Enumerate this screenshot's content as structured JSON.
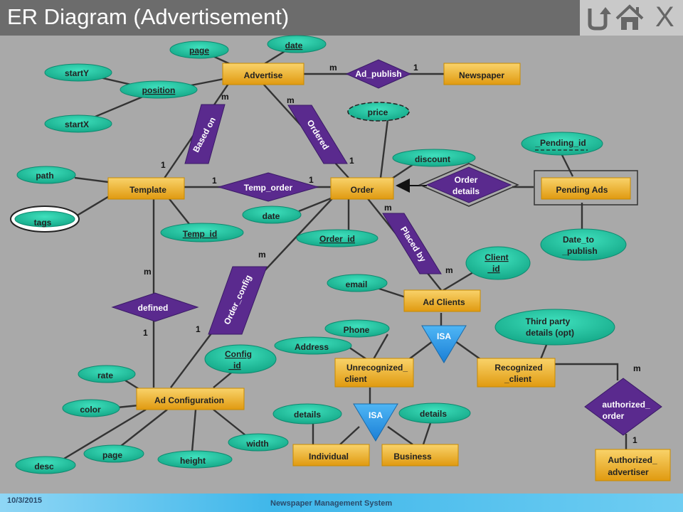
{
  "header": {
    "title": "ER Diagram (Advertisement)",
    "close_label": "X"
  },
  "footer": {
    "date": "10/3/2015",
    "system": "Newspaper Management System"
  },
  "entities": {
    "advertise": "Advertise",
    "newspaper": "Newspaper",
    "template": "Template",
    "order": "Order",
    "pending_ads": "Pending Ads",
    "ad_clients": "Ad Clients",
    "unrecognized": [
      "Unrecognized_",
      "client"
    ],
    "recognized": [
      "Recognized",
      "_client"
    ],
    "ad_configuration": "Ad Configuration",
    "individual": "Individual",
    "business": "Business",
    "authorized_advertiser": [
      "Authorized_",
      "advertiser"
    ]
  },
  "relationships": {
    "ad_publish": "Ad_publish",
    "based_on": "Based on",
    "ordered": "Ordered",
    "temp_order": "Temp_order",
    "order_details": [
      "Order",
      "details"
    ],
    "placed_by": "Placed by",
    "order_config": "Order_config",
    "defined": "defined",
    "authorized_order": [
      "authorized_",
      "order"
    ]
  },
  "isa": {
    "top": "ISA",
    "bottom": "ISA"
  },
  "attributes": {
    "page_top": "page",
    "date_top": "date",
    "startY": "startY",
    "position": "position",
    "startX": "startX",
    "price": "price",
    "discount": "discount",
    "pending_id": "_Pending_id",
    "path": "path",
    "tags": "tags",
    "temp_id": "Temp_id",
    "date_mid": "date",
    "order_id": "Order_id",
    "date_to_publish": [
      "Date_to",
      "_publish"
    ],
    "client_id": [
      "Client",
      "_id"
    ],
    "email": "email",
    "phone": "Phone",
    "address": "Address",
    "third_party": [
      "Third party",
      "details (opt)"
    ],
    "config_id": [
      "Config",
      "_id"
    ],
    "rate": "rate",
    "color": "color",
    "details_left": "details",
    "details_right": "details",
    "width": "width",
    "page_bottom": "page",
    "height": "height",
    "desc": "desc"
  },
  "cardinalities": {
    "adv_adpub": "m",
    "news_adpub": "1",
    "adv_based": "m",
    "tmpl_based": "1",
    "adv_ordered": "m",
    "order_ordered": "1",
    "tmpl_temp": "1",
    "order_temp": "1",
    "order_placed": "m",
    "clients_placed": "m",
    "order_config": "m",
    "conf_config": "1",
    "tmpl_defined": "m",
    "conf_defined": "1",
    "rec_auth": "m",
    "authadv_auth": "1"
  },
  "colors": {
    "entity": "#f0b429",
    "attribute": "#1fbf9c",
    "relationship": "#5a2a8e",
    "isa": "#2f9ae8",
    "background": "#a9a9a9"
  }
}
